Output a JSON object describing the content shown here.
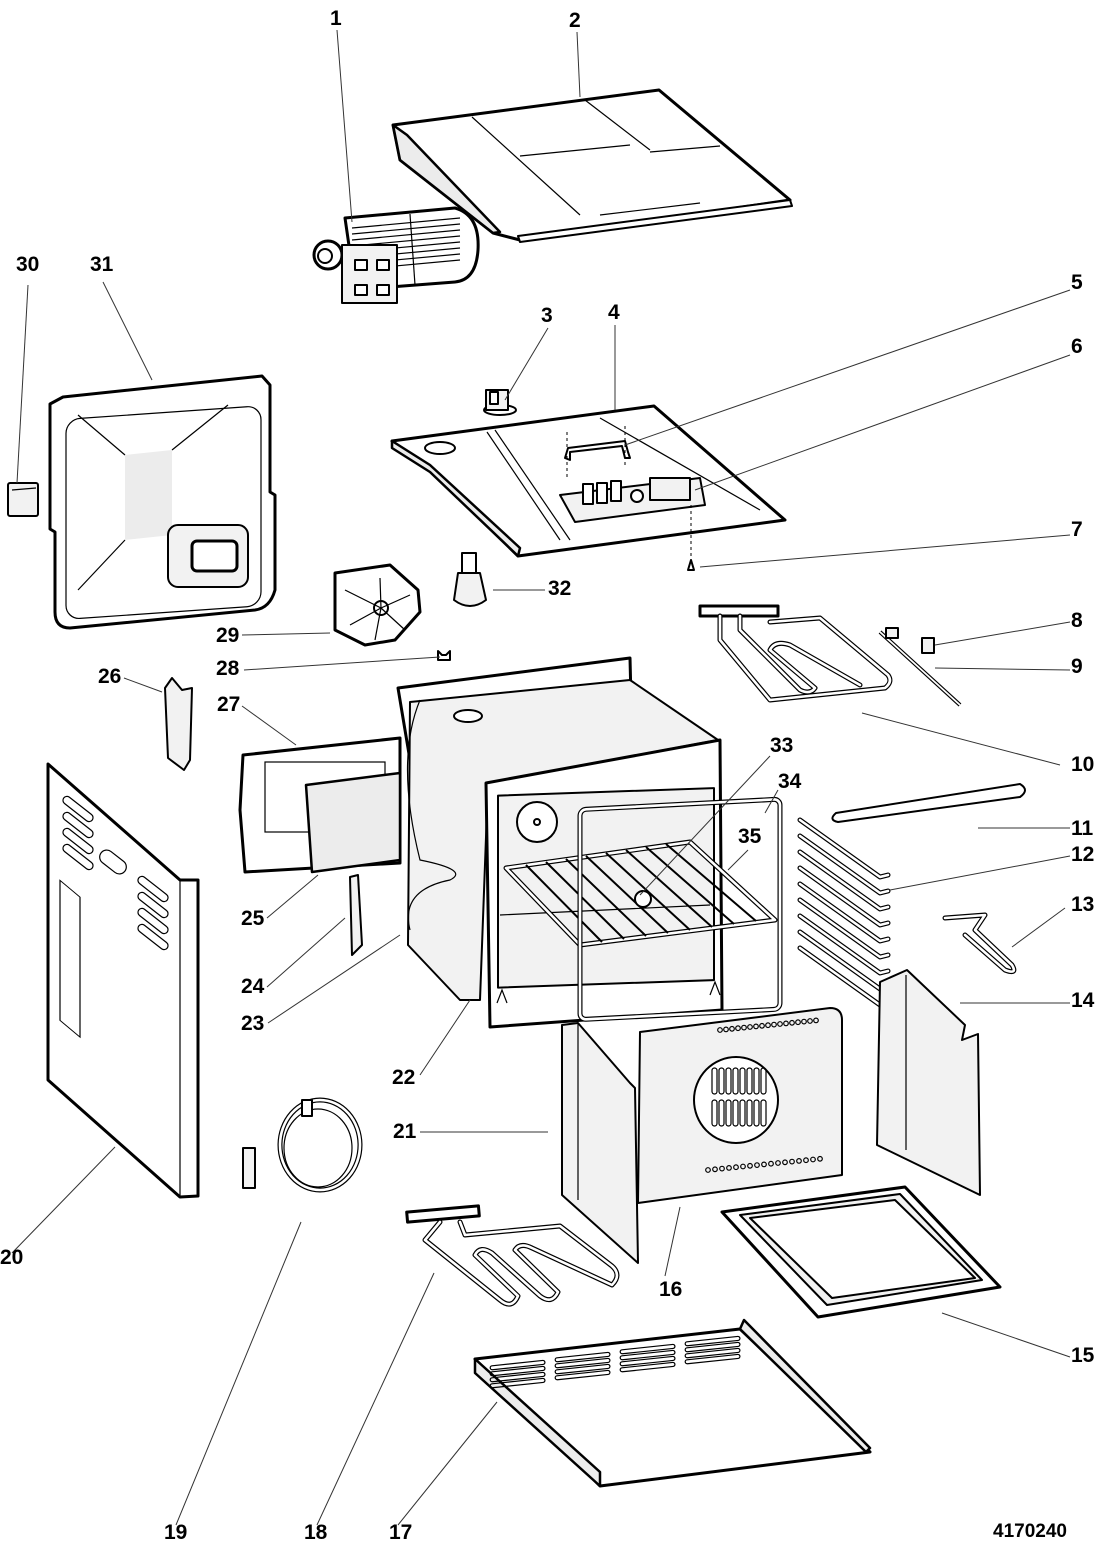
{
  "diagram": {
    "title": "Oven exploded parts diagram",
    "reference_number": "4170240",
    "callouts": [
      {
        "id": "1",
        "part": "tangential-fan"
      },
      {
        "id": "2",
        "part": "top-cover-panel"
      },
      {
        "id": "3",
        "part": "thermostat"
      },
      {
        "id": "4",
        "part": "upper-plate"
      },
      {
        "id": "5",
        "part": "bracket"
      },
      {
        "id": "6",
        "part": "circuit-board"
      },
      {
        "id": "7",
        "part": "fixing-clip"
      },
      {
        "id": "8",
        "part": "probe-clip"
      },
      {
        "id": "9",
        "part": "thermostat-probe"
      },
      {
        "id": "10",
        "part": "grill-element"
      },
      {
        "id": "11",
        "part": "deflector-strip"
      },
      {
        "id": "12",
        "part": "side-runner-rack"
      },
      {
        "id": "13",
        "part": "rack-clip"
      },
      {
        "id": "14",
        "part": "right-catalytic-liner"
      },
      {
        "id": "15",
        "part": "drip-tray"
      },
      {
        "id": "16",
        "part": "back-panel-liner"
      },
      {
        "id": "17",
        "part": "bottom-panel"
      },
      {
        "id": "18",
        "part": "bottom-element"
      },
      {
        "id": "19",
        "part": "circular-element"
      },
      {
        "id": "20",
        "part": "side-panel"
      },
      {
        "id": "21",
        "part": "left-catalytic-liner"
      },
      {
        "id": "22",
        "part": "oven-cavity-front-seal"
      },
      {
        "id": "23",
        "part": "cavity-frame"
      },
      {
        "id": "24",
        "part": "hinge-receiver"
      },
      {
        "id": "25",
        "part": "insulation-block"
      },
      {
        "id": "26",
        "part": "side-bracket"
      },
      {
        "id": "27",
        "part": "rear-insulation-frame"
      },
      {
        "id": "28",
        "part": "small-clip"
      },
      {
        "id": "29",
        "part": "fan-cover"
      },
      {
        "id": "30",
        "part": "small-cap"
      },
      {
        "id": "31",
        "part": "rear-panel"
      },
      {
        "id": "32",
        "part": "lamp-holder"
      },
      {
        "id": "33",
        "part": "lamp-lens"
      },
      {
        "id": "34",
        "part": "door-seal"
      },
      {
        "id": "35",
        "part": "oven-shelf"
      }
    ]
  }
}
